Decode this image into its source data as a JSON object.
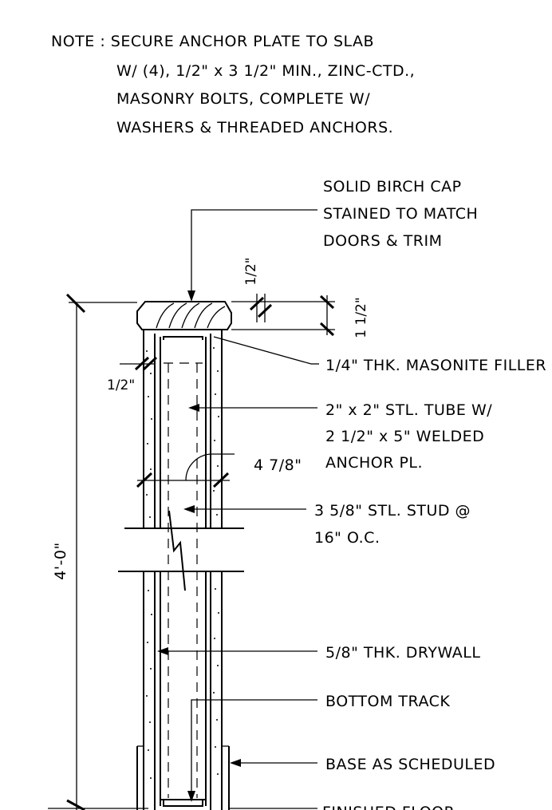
{
  "note": {
    "lines": [
      "NOTE : SECURE ANCHOR PLATE TO SLAB",
      "W/ (4), 1/2\" x 3 1/2\" MIN., ZINC-CTD.,",
      "MASONRY BOLTS, COMPLETE W/",
      "WASHERS & THREADED ANCHORS."
    ]
  },
  "callouts": {
    "cap": [
      "SOLID BIRCH CAP",
      "STAINED TO MATCH",
      "DOORS & TRIM"
    ],
    "masonite": "1/4\" THK. MASONITE FILLER",
    "tube": [
      "2\" x 2\" STL. TUBE W/",
      "2 1/2\" x 5\" WELDED",
      "ANCHOR PL."
    ],
    "stud": [
      "3 5/8\" STL. STUD @",
      "16\" O.C."
    ],
    "drywall": "5/8\" THK. DRYWALL",
    "track": "BOTTOM TRACK",
    "base": "BASE AS SCHEDULED",
    "floor": "FINISHED FLOOR"
  },
  "dimensions": {
    "height": "4'-0\"",
    "cap_thickness": "1 1/2\"",
    "cap_overhang": "1/2\"",
    "side_offset": "1/2\"",
    "width": "4 7/8\""
  }
}
